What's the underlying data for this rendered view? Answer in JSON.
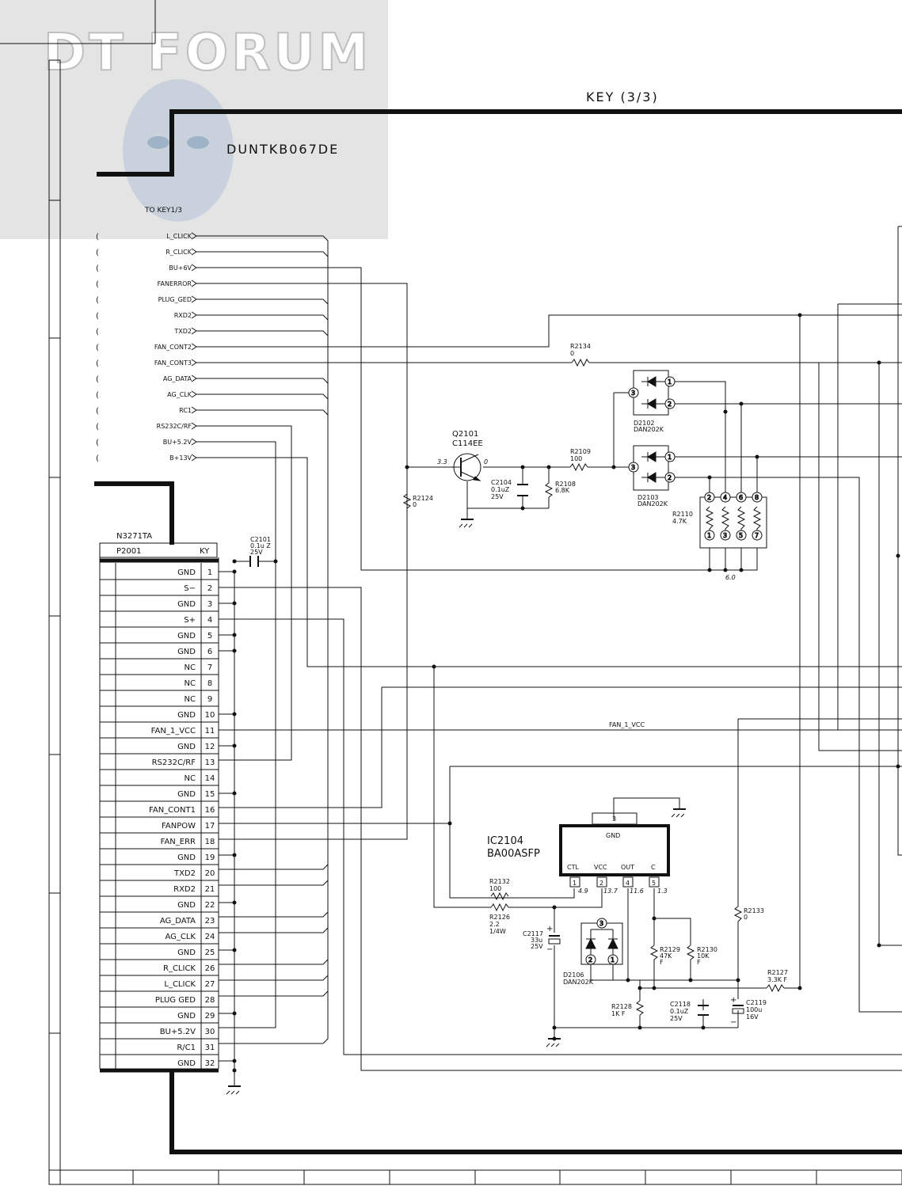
{
  "watermark": {
    "brand": "DT FORUM"
  },
  "sheet": {
    "title": "KEY (3/3)",
    "board_code": "DUNTKB067DE",
    "to_label": "TO KEY1/3"
  },
  "offpage_signals": [
    "L_CLICK",
    "R_CLICK",
    "BU+6V",
    "FANERROR",
    "PLUG_GED",
    "RXD2",
    "TXD2",
    "FAN_CONT2",
    "FAN_CONT3",
    "AG_DATA",
    "AG_CLK",
    "RC1",
    "RS232C/RF",
    "BU+5.2V",
    "B+13V"
  ],
  "connector": {
    "part": "N3271TA",
    "ref": "P2001",
    "side": "KY",
    "pins": [
      {
        "n": "1",
        "name": "GND"
      },
      {
        "n": "2",
        "name": "S−"
      },
      {
        "n": "3",
        "name": "GND"
      },
      {
        "n": "4",
        "name": "S+"
      },
      {
        "n": "5",
        "name": "GND"
      },
      {
        "n": "6",
        "name": "GND"
      },
      {
        "n": "7",
        "name": "NC"
      },
      {
        "n": "8",
        "name": "NC"
      },
      {
        "n": "9",
        "name": "NC"
      },
      {
        "n": "10",
        "name": "GND"
      },
      {
        "n": "11",
        "name": "FAN_1_VCC"
      },
      {
        "n": "12",
        "name": "GND"
      },
      {
        "n": "13",
        "name": "RS232C/RF"
      },
      {
        "n": "14",
        "name": "NC"
      },
      {
        "n": "15",
        "name": "GND"
      },
      {
        "n": "16",
        "name": "FAN_CONT1"
      },
      {
        "n": "17",
        "name": "FANPOW"
      },
      {
        "n": "18",
        "name": "FAN_ERR"
      },
      {
        "n": "19",
        "name": "GND"
      },
      {
        "n": "20",
        "name": "TXD2"
      },
      {
        "n": "21",
        "name": "RXD2"
      },
      {
        "n": "22",
        "name": "GND"
      },
      {
        "n": "23",
        "name": "AG_DATA"
      },
      {
        "n": "24",
        "name": "AG_CLK"
      },
      {
        "n": "25",
        "name": "GND"
      },
      {
        "n": "26",
        "name": "R_CLICK"
      },
      {
        "n": "27",
        "name": "L_CLICK"
      },
      {
        "n": "28",
        "name": "PLUG GED"
      },
      {
        "n": "29",
        "name": "GND"
      },
      {
        "n": "30",
        "name": "BU+5.2V"
      },
      {
        "n": "31",
        "name": "R/C1"
      },
      {
        "n": "32",
        "name": "GND"
      }
    ]
  },
  "components": {
    "c2101": {
      "ref": "C2101",
      "value": "0.1u Z",
      "rating": "25V"
    },
    "q2101": {
      "ref": "Q2101",
      "part": "C114EE",
      "v_base": "3.3",
      "v_out": "0"
    },
    "c2104": {
      "ref": "C2104",
      "value": "0.1uZ",
      "rating": "25V"
    },
    "r2108": {
      "ref": "R2108",
      "value": "6.8K"
    },
    "r2124": {
      "ref": "R2124",
      "value": "0"
    },
    "r2109": {
      "ref": "R2109",
      "value": "100"
    },
    "r2134": {
      "ref": "R2134",
      "value": "0"
    },
    "d2102": {
      "ref": "D2102",
      "part": "DAN202K"
    },
    "d2103": {
      "ref": "D2103",
      "part": "DAN202K"
    },
    "r2110": {
      "ref": "R2110",
      "value": "4.7K",
      "node_v": "6.0"
    },
    "fan_label": "FAN_1_VCC",
    "ic2104": {
      "ref": "IC2104",
      "part": "BA00ASFP",
      "gnd": "GND",
      "gnd_pin": "3",
      "pins": [
        {
          "n": "1",
          "name": "CTL",
          "v": "4.9"
        },
        {
          "n": "2",
          "name": "VCC",
          "v": "13.7"
        },
        {
          "n": "4",
          "name": "OUT",
          "v": "11.6"
        },
        {
          "n": "5",
          "name": "C",
          "v": "1.3"
        }
      ]
    },
    "r2132": {
      "ref": "R2132",
      "value": "100"
    },
    "r2126": {
      "ref": "R2126",
      "value": "2.2",
      "rating": "1/4W"
    },
    "c2117": {
      "ref": "C2117",
      "value": "33u",
      "rating": "25V"
    },
    "d2106": {
      "ref": "D2106",
      "part": "DAN202K"
    },
    "r2129": {
      "ref": "R2129",
      "value": "47K",
      "tol": "F"
    },
    "r2130": {
      "ref": "R2130",
      "value": "10K",
      "tol": "F"
    },
    "r2133": {
      "ref": "R2133",
      "value": "0"
    },
    "r2127": {
      "ref": "R2127",
      "value": "3.3K F"
    },
    "r2128": {
      "ref": "R2128",
      "value": "1K F"
    },
    "c2118": {
      "ref": "C2118",
      "value": "0.1uZ",
      "rating": "25V"
    },
    "c2119": {
      "ref": "C2119",
      "value": "100u",
      "rating": "16V"
    }
  }
}
